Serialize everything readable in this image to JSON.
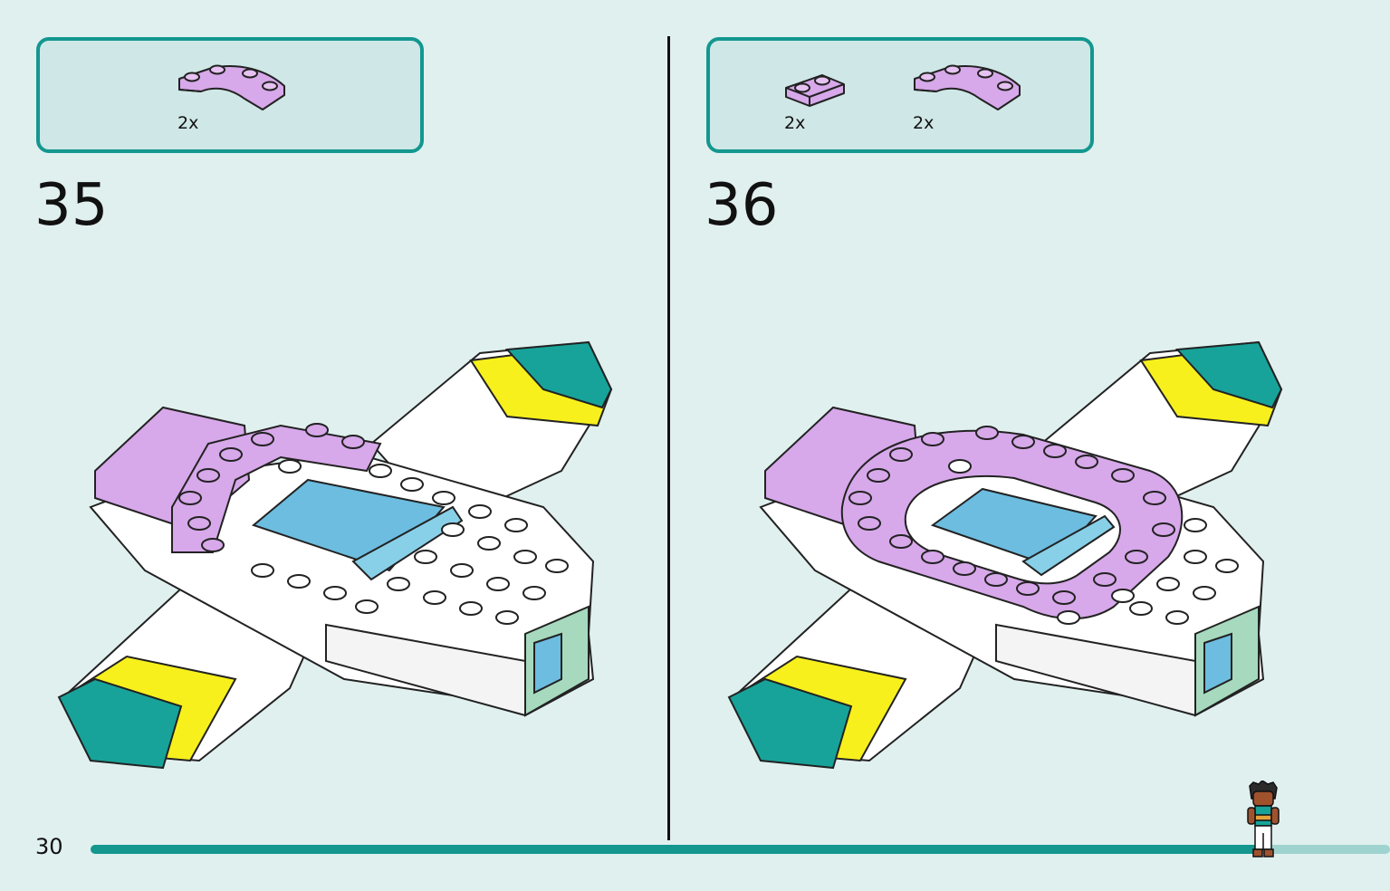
{
  "page": {
    "number": "30",
    "progress_fraction": 0.9
  },
  "steps": [
    {
      "number": "35",
      "parts": [
        {
          "icon": "lavender-curved-plate-icon",
          "quantity": "2x"
        }
      ]
    },
    {
      "number": "36",
      "parts": [
        {
          "icon": "lavender-plate-1x2-icon",
          "quantity": "2x"
        },
        {
          "icon": "lavender-curved-plate-icon",
          "quantity": "2x"
        }
      ]
    }
  ],
  "colors": {
    "accent_teal": "#13978f",
    "lavender": "#d7a8ea",
    "yellow": "#f7f01c",
    "light_blue": "#6cbde0",
    "panel_bg": "#cfe7e6",
    "page_bg": "#e0f0ef"
  }
}
